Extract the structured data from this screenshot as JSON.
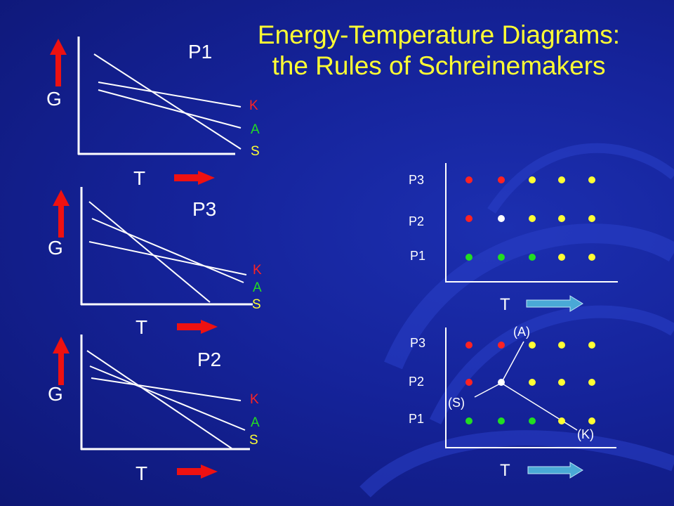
{
  "title": {
    "line1": "Energy-Temperature Diagrams:",
    "line2": "the Rules of Schreinemakers"
  },
  "colors": {
    "background": "#15239a",
    "title": "#ffff33",
    "K": "#ff2222",
    "A": "#22dd22",
    "S": "#ffff33",
    "unstable": "#ffffff",
    "g_arrow": "#ee1111",
    "t_arrow_left": "#ee1111",
    "t_arrow_right": "#4aa9d6"
  },
  "g_diagrams": [
    {
      "pressure": "P1",
      "g_label": "G",
      "t_label": "T",
      "phases": [
        "K",
        "A",
        "S"
      ],
      "g_arrow_icon": "arrow-up-icon",
      "t_arrow_icon": "arrow-right-icon"
    },
    {
      "pressure": "P3",
      "g_label": "G",
      "t_label": "T",
      "phases": [
        "K",
        "A",
        "S"
      ],
      "g_arrow_icon": "arrow-up-icon",
      "t_arrow_icon": "arrow-right-icon"
    },
    {
      "pressure": "P2",
      "g_label": "G",
      "t_label": "T",
      "phases": [
        "K",
        "A",
        "S"
      ],
      "g_arrow_icon": "arrow-up-icon",
      "t_arrow_icon": "arrow-right-icon"
    }
  ],
  "phase_grids": [
    {
      "t_label": "T",
      "pressures": [
        "P3",
        "P2",
        "P1"
      ],
      "rows": [
        [
          "K",
          "K",
          "S",
          "S",
          "S"
        ],
        [
          "K",
          "unstable",
          "S",
          "S",
          "S"
        ],
        [
          "A",
          "A",
          "A",
          "S",
          "S"
        ]
      ]
    },
    {
      "t_label": "T",
      "pressures": [
        "P3",
        "P2",
        "P1"
      ],
      "rows": [
        [
          "K",
          "K",
          "S",
          "S",
          "S"
        ],
        [
          "K",
          "unstable",
          "S",
          "S",
          "S"
        ],
        [
          "A",
          "A",
          "A",
          "S",
          "S"
        ]
      ],
      "reaction_labels": [
        "(A)",
        "(S)",
        "(K)"
      ]
    }
  ]
}
